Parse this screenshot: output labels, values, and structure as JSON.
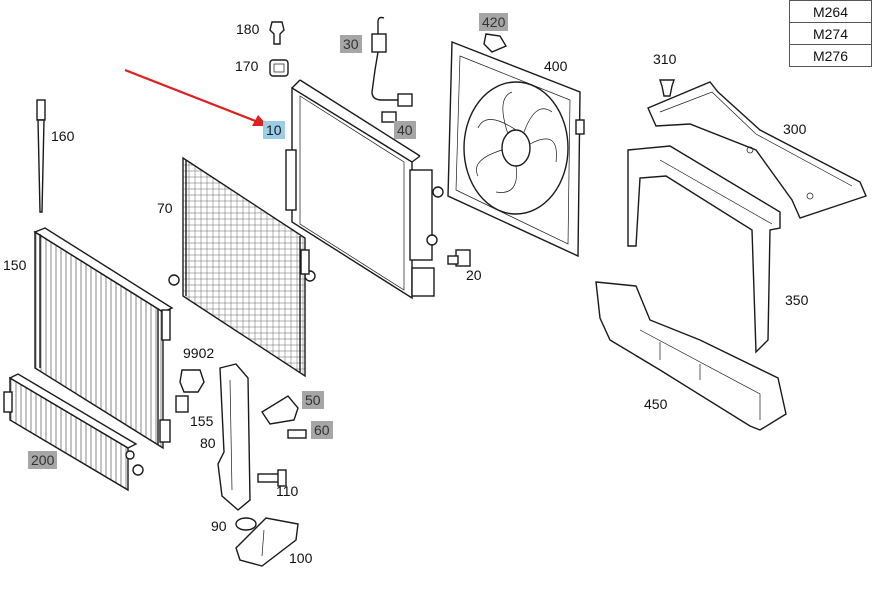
{
  "engine_models": [
    "M264",
    "M274",
    "M276"
  ],
  "selected_part": "10",
  "callouts": [
    {
      "id": "180",
      "style": "plain"
    },
    {
      "id": "170",
      "style": "plain"
    },
    {
      "id": "30",
      "style": "gray"
    },
    {
      "id": "420",
      "style": "gray"
    },
    {
      "id": "400",
      "style": "plain"
    },
    {
      "id": "310",
      "style": "plain"
    },
    {
      "id": "300",
      "style": "plain"
    },
    {
      "id": "160",
      "style": "plain"
    },
    {
      "id": "10",
      "style": "selected"
    },
    {
      "id": "40",
      "style": "gray"
    },
    {
      "id": "70",
      "style": "plain"
    },
    {
      "id": "150",
      "style": "plain"
    },
    {
      "id": "20",
      "style": "plain"
    },
    {
      "id": "350",
      "style": "plain"
    },
    {
      "id": "9902",
      "style": "plain"
    },
    {
      "id": "155",
      "style": "plain"
    },
    {
      "id": "80",
      "style": "plain"
    },
    {
      "id": "50",
      "style": "gray"
    },
    {
      "id": "60",
      "style": "gray"
    },
    {
      "id": "450",
      "style": "plain"
    },
    {
      "id": "200",
      "style": "gray"
    },
    {
      "id": "110",
      "style": "plain"
    },
    {
      "id": "90",
      "style": "plain"
    },
    {
      "id": "100",
      "style": "plain"
    }
  ],
  "colors": {
    "pointer_arrow": "#e02020",
    "selected_callout_bg": "#9ccde8",
    "unavailable_callout_bg": "#a6a6a6",
    "line_art": "#1a1a1a"
  }
}
